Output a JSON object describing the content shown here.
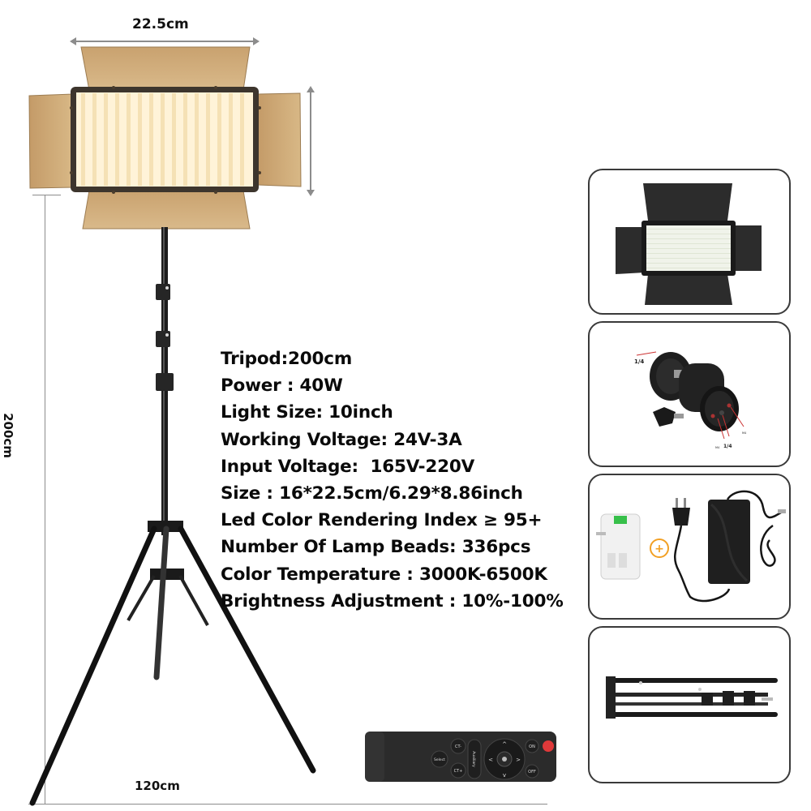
{
  "dimensions": {
    "light_width": "22.5cm",
    "tripod_height": "200cm",
    "tripod_base": "120cm"
  },
  "specs": [
    "Tripod:200cm",
    "Power : 40W",
    "Light Size: 10inch",
    "Working Voltage: 24V-3A",
    "Input Voltage:  165V-220V",
    "Size : 16*22.5cm/6.29*8.86inch",
    "Led Color Rendering Index ≥ 95+",
    "Number Of Lamp Beads: 336pcs",
    "Color Temperature : 3000K-6500K",
    "Brightness Adjustment : 10%-100%"
  ],
  "thumbnails": [
    {
      "name": "led-panel-barn-doors"
    },
    {
      "name": "ball-head-mount",
      "labels": [
        "1/4",
        "M4",
        "1/4",
        "M4"
      ]
    },
    {
      "name": "power-adapter-kit",
      "plus": "+"
    },
    {
      "name": "folded-tripod"
    }
  ],
  "remote": {
    "buttons": [
      "Select",
      "CT-",
      "CT+",
      "Auxiliary",
      "ON",
      "OFF"
    ]
  },
  "colors": {
    "panel_warm": "#fdf2d4",
    "barn_door": "#c9a574",
    "frame": "#3d352d",
    "dimension_line": "#8c8c8c",
    "thumb_border": "#3a3a3a",
    "plus_orange": "#f2a024",
    "remote_red": "#e0393a"
  }
}
